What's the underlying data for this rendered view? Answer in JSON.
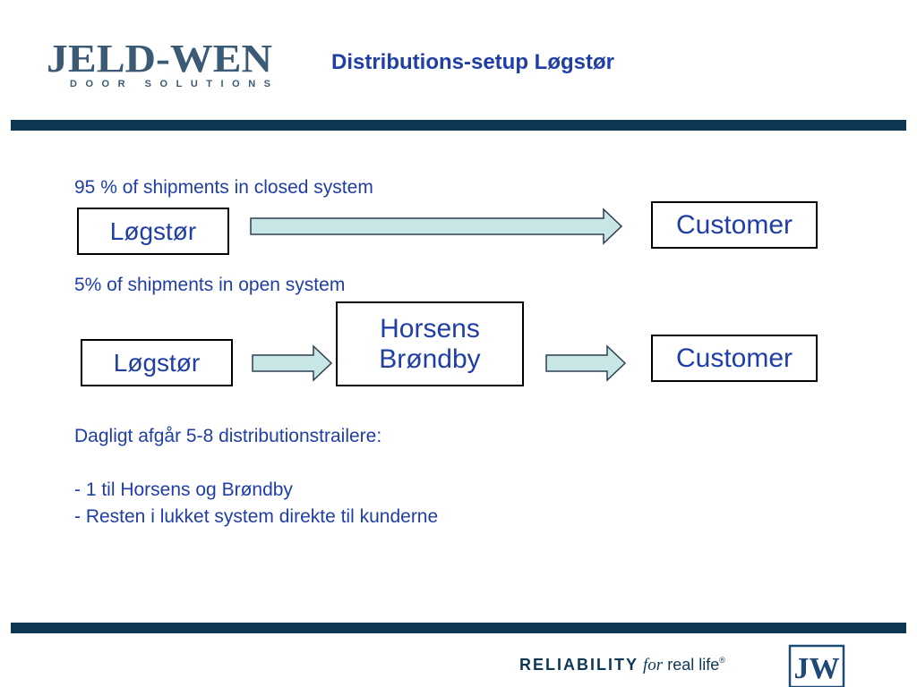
{
  "logo": {
    "brand": "JELD-WEN",
    "subtitle": "DOOR SOLUTIONS",
    "color": "#3b5a76"
  },
  "title": "Distributions-setup Løgstør",
  "colors": {
    "title_blue": "#1f3ea6",
    "bar_navy": "#0e3754",
    "arrow_fill": "#c8e6e6",
    "arrow_stroke": "#2c3e50"
  },
  "closed_system": {
    "caption": "95 % of shipments in closed system",
    "origin": "Løgstør",
    "destination": "Customer"
  },
  "open_system": {
    "caption": "5% of shipments in open system",
    "origin": "Løgstør",
    "hub_line1": "Horsens",
    "hub_line2": "Brøndby",
    "destination": "Customer"
  },
  "notes": {
    "heading": "Dagligt afgår 5-8 distributionstrailere:",
    "item1": "- 1 til Horsens og Brøndby",
    "item2": "- Resten i lukket system direkte til kunderne"
  },
  "footer": {
    "reliability": "RELIABILITY",
    "for_word": "for",
    "real_life": "real life",
    "registered": "®",
    "jw_mark": "JW"
  }
}
